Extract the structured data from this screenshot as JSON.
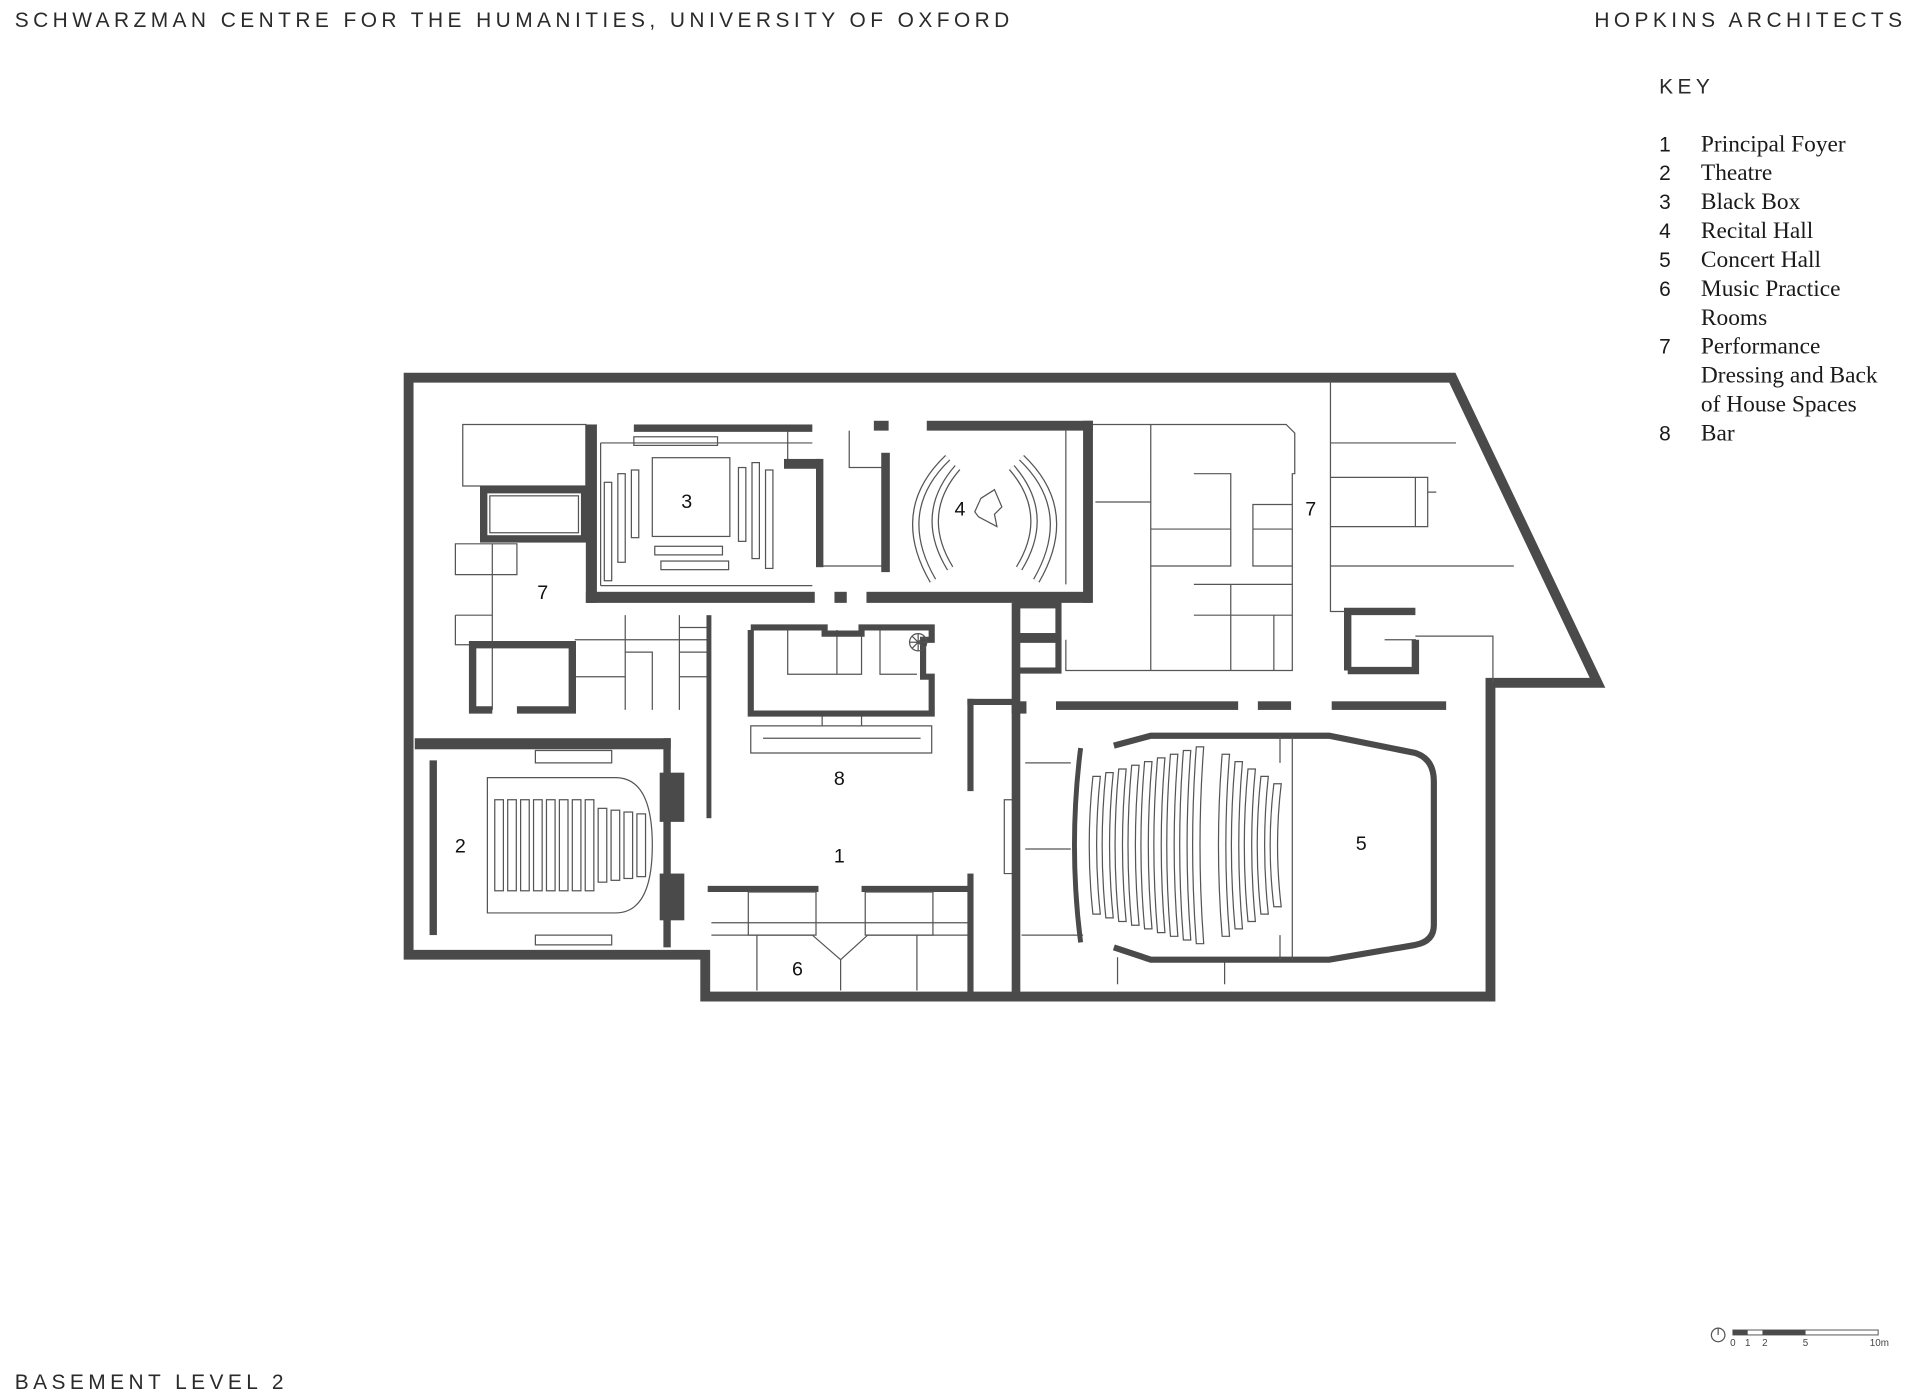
{
  "header": {
    "title": "SCHWARZMAN CENTRE FOR THE HUMANITIES, UNIVERSITY OF OXFORD",
    "architect": "HOPKINS ARCHITECTS"
  },
  "key": {
    "heading": "KEY",
    "items": [
      {
        "num": "1",
        "lines": [
          "Principal Foyer"
        ]
      },
      {
        "num": "2",
        "lines": [
          "Theatre"
        ]
      },
      {
        "num": "3",
        "lines": [
          "Black Box"
        ]
      },
      {
        "num": "4",
        "lines": [
          "Recital Hall"
        ]
      },
      {
        "num": "5",
        "lines": [
          "Concert Hall"
        ]
      },
      {
        "num": "6",
        "lines": [
          "Music Practice",
          "Rooms"
        ]
      },
      {
        "num": "7",
        "lines": [
          "Performance",
          "Dressing and Back",
          "of House Spaces"
        ]
      },
      {
        "num": "8",
        "lines": [
          "Bar"
        ]
      }
    ]
  },
  "plan": {
    "room_labels": [
      "1",
      "2",
      "3",
      "4",
      "5",
      "6",
      "7",
      "7",
      "8"
    ],
    "wall_color": "#4a4a4a"
  },
  "scale_bar": {
    "ticks": [
      "0",
      "1",
      "2",
      "5",
      "10m"
    ],
    "north_icon": "north-arrow-icon"
  },
  "footer": {
    "level": "BASEMENT LEVEL 2"
  }
}
